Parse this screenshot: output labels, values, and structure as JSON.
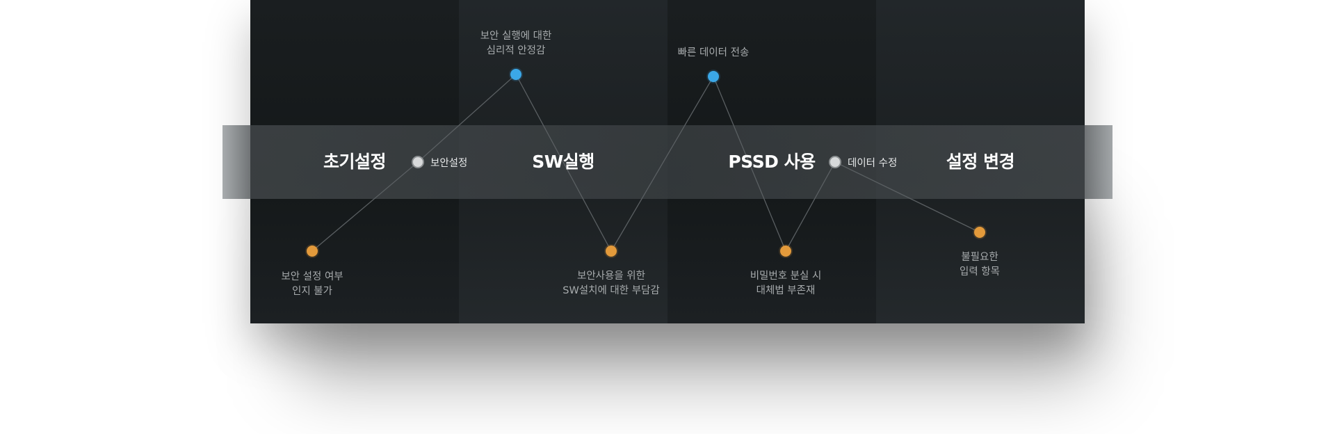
{
  "stages": [
    {
      "id": "initial-setup",
      "label": "초기설정"
    },
    {
      "id": "sw-run",
      "label": "SW실행"
    },
    {
      "id": "pssd-use",
      "label": "PSSD 사용"
    },
    {
      "id": "settings-change",
      "label": "설정 변경"
    }
  ],
  "experience_points": [
    {
      "id": "p1",
      "tone": "negative",
      "lines": [
        "보안 설정 여부",
        "인지 불가"
      ]
    },
    {
      "id": "p2",
      "tone": "neutral",
      "lines": [
        "보안설정"
      ]
    },
    {
      "id": "p3",
      "tone": "positive",
      "lines": [
        "보안 실행에 대한",
        "심리적 안정감"
      ]
    },
    {
      "id": "p4",
      "tone": "negative",
      "lines": [
        "보안사용을 위한",
        "SW설치에 대한 부담감"
      ]
    },
    {
      "id": "p5",
      "tone": "positive",
      "lines": [
        "빠른 데이터 전송"
      ]
    },
    {
      "id": "p6",
      "tone": "negative",
      "lines": [
        "비밀번호 분실 시",
        "대체법 부존재"
      ]
    },
    {
      "id": "p7",
      "tone": "neutral",
      "lines": [
        "데이터 수정"
      ]
    },
    {
      "id": "p8",
      "tone": "negative",
      "lines": [
        "불필요한",
        "입력 항목"
      ]
    }
  ],
  "colors": {
    "positive": "#3ba8e8",
    "negative": "#e39a3b",
    "neutral": "#d7d9da",
    "line": "#5a5f62"
  }
}
